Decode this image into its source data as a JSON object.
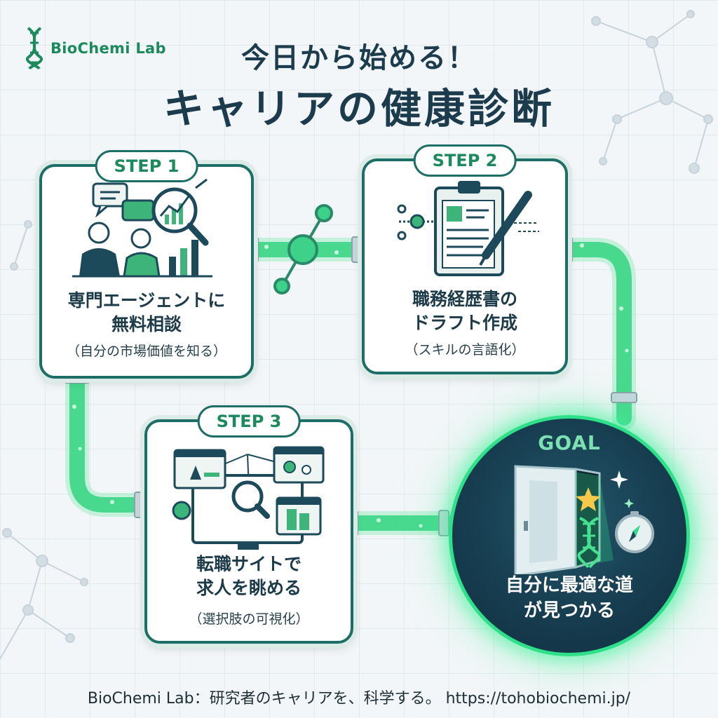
{
  "logo": {
    "text": "BioChemi Lab"
  },
  "title": {
    "line1": "今日から始める！",
    "line2": "キャリアの健康診断"
  },
  "steps": [
    {
      "label": "STEP 1",
      "title_line1": "専門エージェントに",
      "title_line2": "無料相談",
      "subtitle": "（自分の市場価値を知る）"
    },
    {
      "label": "STEP 2",
      "title_line1": "職務経歴書の",
      "title_line2": "ドラフト作成",
      "subtitle": "（スキルの言語化）"
    },
    {
      "label": "STEP 3",
      "title_line1": "転職サイトで",
      "title_line2": "求人を眺める",
      "subtitle": "（選択肢の可視化）"
    }
  ],
  "goal": {
    "label": "GOAL",
    "line1": "自分に最適な道",
    "line2": "が見つかる"
  },
  "footer": {
    "text": "BioChemi Lab：研究者のキャリアを、科学する。 https://tohobiochemi.jp/"
  },
  "colors": {
    "primary_green": "#1d8a5e",
    "dark_teal": "#1d6e66",
    "glow_green": "#2ee08a",
    "goal_bg": "#173d50",
    "text_dark": "#1c3b4c"
  },
  "icons": [
    "dna-icon",
    "chat-bubbles-icon",
    "magnifier-chart-icon",
    "clipboard-resume-icon",
    "pen-icon",
    "monitor-network-icon",
    "door-icon",
    "star-icon",
    "compass-icon",
    "sparkle-icon",
    "molecule-icon"
  ]
}
